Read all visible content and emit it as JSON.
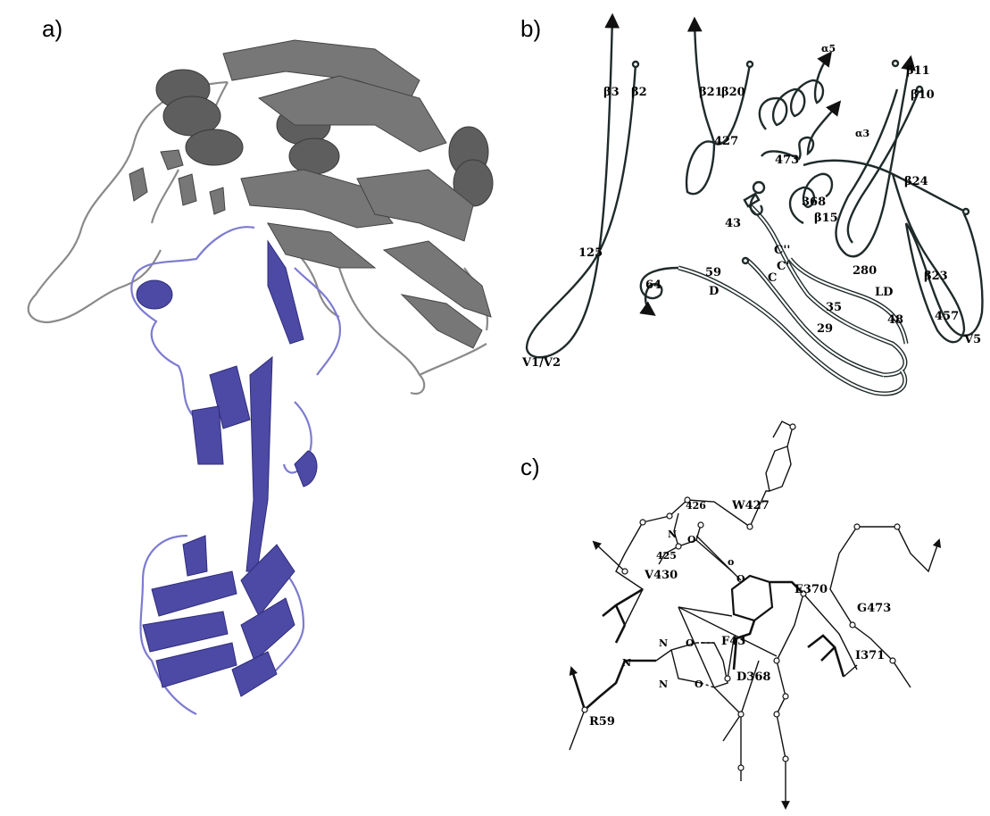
{
  "panels": {
    "a": "a)",
    "b": "b)",
    "c": "c)"
  },
  "colors": {
    "gp120_gray": "#6f6f6f",
    "cd4_blue": "#5a57b0",
    "line": "#1f2a2a"
  },
  "panel_b_labels": {
    "b3": "β3",
    "b2": "β2",
    "b21": "β21",
    "b20": "β20",
    "a5": "α5",
    "b11": "β11",
    "b10": "β10",
    "n427": "427",
    "a3": "α3",
    "n473": "473",
    "b24": "β24",
    "n368": "368",
    "b15": "β15",
    "n43": "43",
    "cpp": "C''",
    "n125": "125",
    "cp": "C'",
    "n280": "280",
    "b23": "β23",
    "ld": "LD",
    "n59": "59",
    "n64": "64",
    "D": "D",
    "C": "C",
    "n35": "35",
    "n48": "48",
    "n457": "457",
    "n29": "29",
    "v1v2": "V1/V2",
    "v5": "V5"
  },
  "panel_c_labels": {
    "n426": "426",
    "w427": "W427",
    "n425": "425",
    "v430": "V430",
    "e370": "E370",
    "g473": "G473",
    "f43": "F43",
    "i371": "I371",
    "d368": "D368",
    "r59": "R59",
    "N1": "N",
    "N2": "N",
    "N3": "N",
    "N4": "N",
    "O1": "O",
    "O2": "O",
    "O3": "O",
    "o4": "o",
    "O5": "O"
  }
}
